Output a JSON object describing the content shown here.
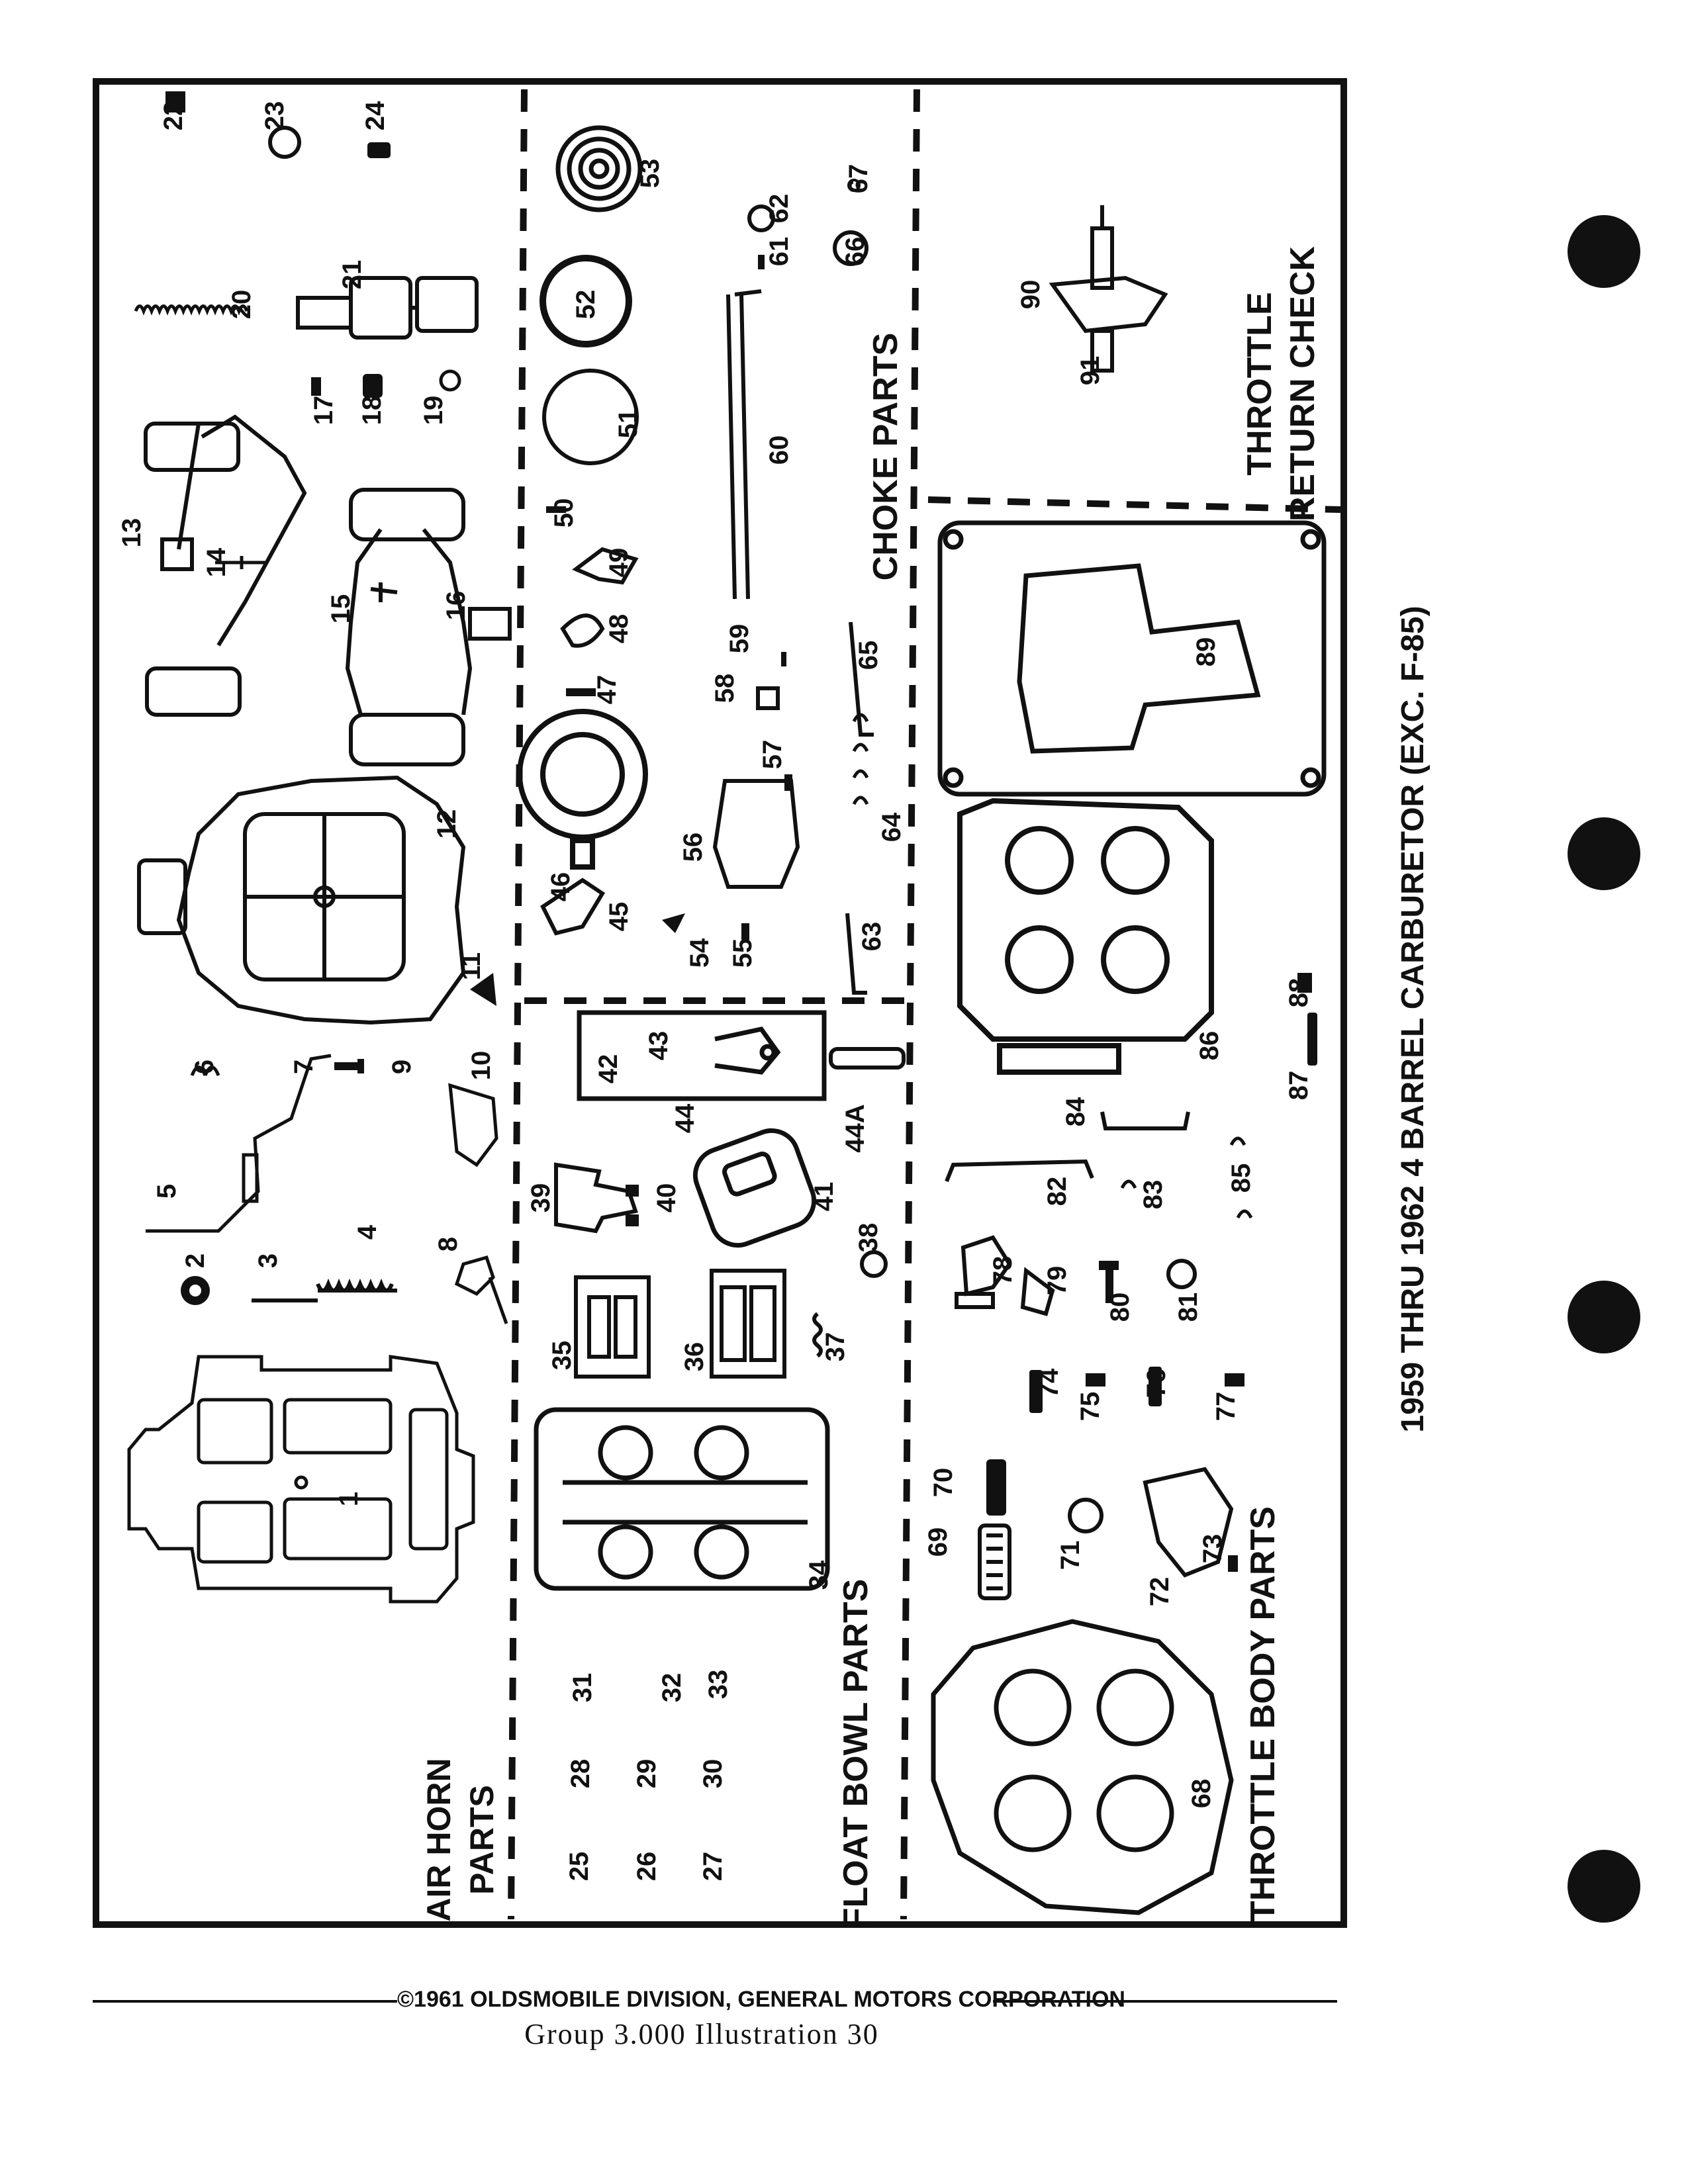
{
  "document": {
    "title": "1959 THRU 1962 4 BARREL CARBURETOR (EXC. F-85)",
    "copyright": "©1961 OLDSMOBILE DIVISION, GENERAL MOTORS CORPORATION",
    "group_line": "Group  3.000  Illustration 30"
  },
  "sections": {
    "air_horn": [
      "AIR HORN",
      "PARTS"
    ],
    "float_bowl": "FLOAT BOWL PARTS",
    "choke": "CHOKE PARTS",
    "throttle_body": "THROTTLE BODY PARTS",
    "throttle_return": [
      "THROTTLE",
      "RETURN CHECK"
    ]
  },
  "callouts": {
    "c1": "1",
    "c2": "2",
    "c3": "3",
    "c4": "4",
    "c5": "5",
    "c6": "6",
    "c7": "7",
    "c8": "8",
    "c9": "9",
    "c10": "10",
    "c11": "11",
    "c12": "12",
    "c13": "13",
    "c14": "14",
    "c15": "15",
    "c16": "16",
    "c17": "17",
    "c18": "18",
    "c19": "19",
    "c20": "20",
    "c21": "21",
    "c22": "22",
    "c23": "23",
    "c24": "24",
    "c25": "25",
    "c26": "26",
    "c27": "27",
    "c28": "28",
    "c29": "29",
    "c30": "30",
    "c31": "31",
    "c32": "32",
    "c33": "33",
    "c34": "34",
    "c35": "35",
    "c36": "36",
    "c37": "37",
    "c38": "38",
    "c39": "39",
    "c40": "40",
    "c41": "41",
    "c42": "42",
    "c43": "43",
    "c44": "44",
    "c44a": "44A",
    "c45": "45",
    "c46": "46",
    "c47": "47",
    "c48": "48",
    "c49": "49",
    "c50": "50",
    "c51": "51",
    "c52": "52",
    "c53": "53",
    "c54": "54",
    "c55": "55",
    "c56": "56",
    "c57": "57",
    "c58": "58",
    "c59": "59",
    "c60": "60",
    "c61": "61",
    "c62": "62",
    "c63": "63",
    "c64": "64",
    "c65": "65",
    "c66": "66",
    "c67": "67",
    "c68": "68",
    "c69": "69",
    "c70": "70",
    "c71": "71",
    "c72": "72",
    "c73": "73",
    "c74": "74",
    "c75": "75",
    "c76": "76",
    "c77": "77",
    "c78": "78",
    "c79": "79",
    "c80": "80",
    "c81": "81",
    "c82": "82",
    "c83": "83",
    "c84": "84",
    "c85": "85",
    "c86": "86",
    "c87": "87",
    "c88": "88",
    "c89": "89",
    "c90": "90",
    "c91": "91"
  },
  "icons": [
    "binder-hole-icon"
  ]
}
